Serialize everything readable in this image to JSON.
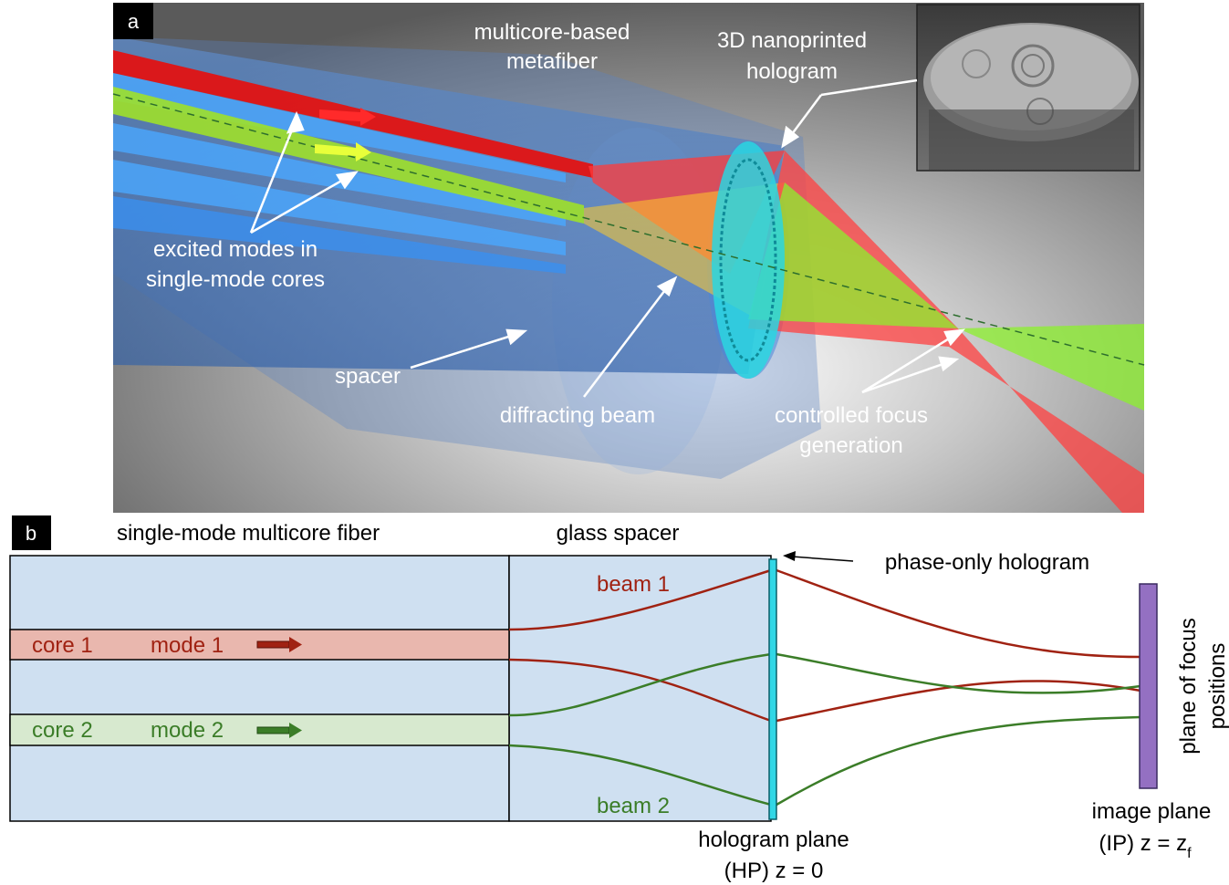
{
  "panel_a": {
    "tag": "a",
    "title_metafiber": [
      "multicore-based",
      "metafiber"
    ],
    "title_hologram": [
      "3D nanoprinted",
      "hologram"
    ],
    "label_modes": [
      "excited modes in",
      "single-mode cores"
    ],
    "label_spacer": "spacer",
    "label_diffracting": "diffracting beam",
    "label_focus": [
      "controlled focus",
      "generation"
    ]
  },
  "panel_b": {
    "tag": "b",
    "label_fiber": "single-mode multicore fiber",
    "label_spacer": "glass spacer",
    "label_hologram": "phase-only hologram",
    "core1": "core 1",
    "mode1": "mode 1",
    "core2": "core 2",
    "mode2": "mode 2",
    "beam1": "beam 1",
    "beam2": "beam 2",
    "hp_line1": "hologram plane",
    "hp_line2": "(HP) z = 0",
    "ip_line1": "image plane",
    "ip_line2": "(IP) z = z",
    "ip_sub": "f",
    "focus_plane": [
      "plane of focus",
      "positions"
    ]
  },
  "colors": {
    "fiber_fill": "#cfe0f1",
    "core1_fill": "#e9b7ae",
    "core2_fill": "#d7e9cf",
    "red_beam": "#a02212",
    "green_beam": "#3b7d28",
    "hologram": "#31d7e6",
    "image_plane": "#9470c2"
  }
}
